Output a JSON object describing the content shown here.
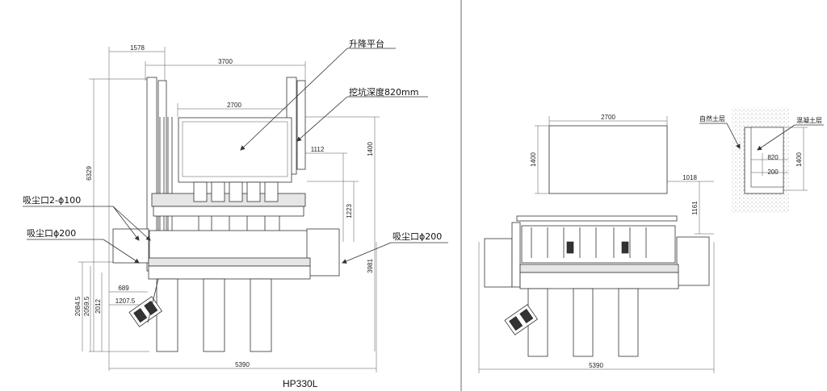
{
  "left_view": {
    "model_label": "HP330L",
    "callouts": {
      "lift_platform": "升降平台",
      "pit_depth": "挖坑深度820mm",
      "dust_port_2x100": "吸尘口2-ϕ100",
      "dust_port_200_left": "吸尘口ϕ200",
      "dust_port_200_right": "吸尘口ϕ200"
    },
    "dimensions": {
      "d1578": "1578",
      "d3700": "3700",
      "d2700": "2700",
      "d1112": "1112",
      "d1400": "1400",
      "d1223": "1223",
      "d6329": "6329",
      "d3981": "3981",
      "d689": "689",
      "d1207": "1207.5",
      "d2084": "2084.5",
      "d2059": "2059.5",
      "d2012": "2012",
      "d5390": "5390"
    }
  },
  "right_view": {
    "dimensions": {
      "d2700": "2700",
      "d1400": "1400",
      "d1018": "1018",
      "d1161": "1161",
      "d5390": "5390"
    }
  },
  "pit_detail": {
    "callouts": {
      "natural_soil": "自然土层",
      "concrete": "混凝土层"
    },
    "dimensions": {
      "d820": "820",
      "d200": "200",
      "d1400": "1400"
    }
  }
}
